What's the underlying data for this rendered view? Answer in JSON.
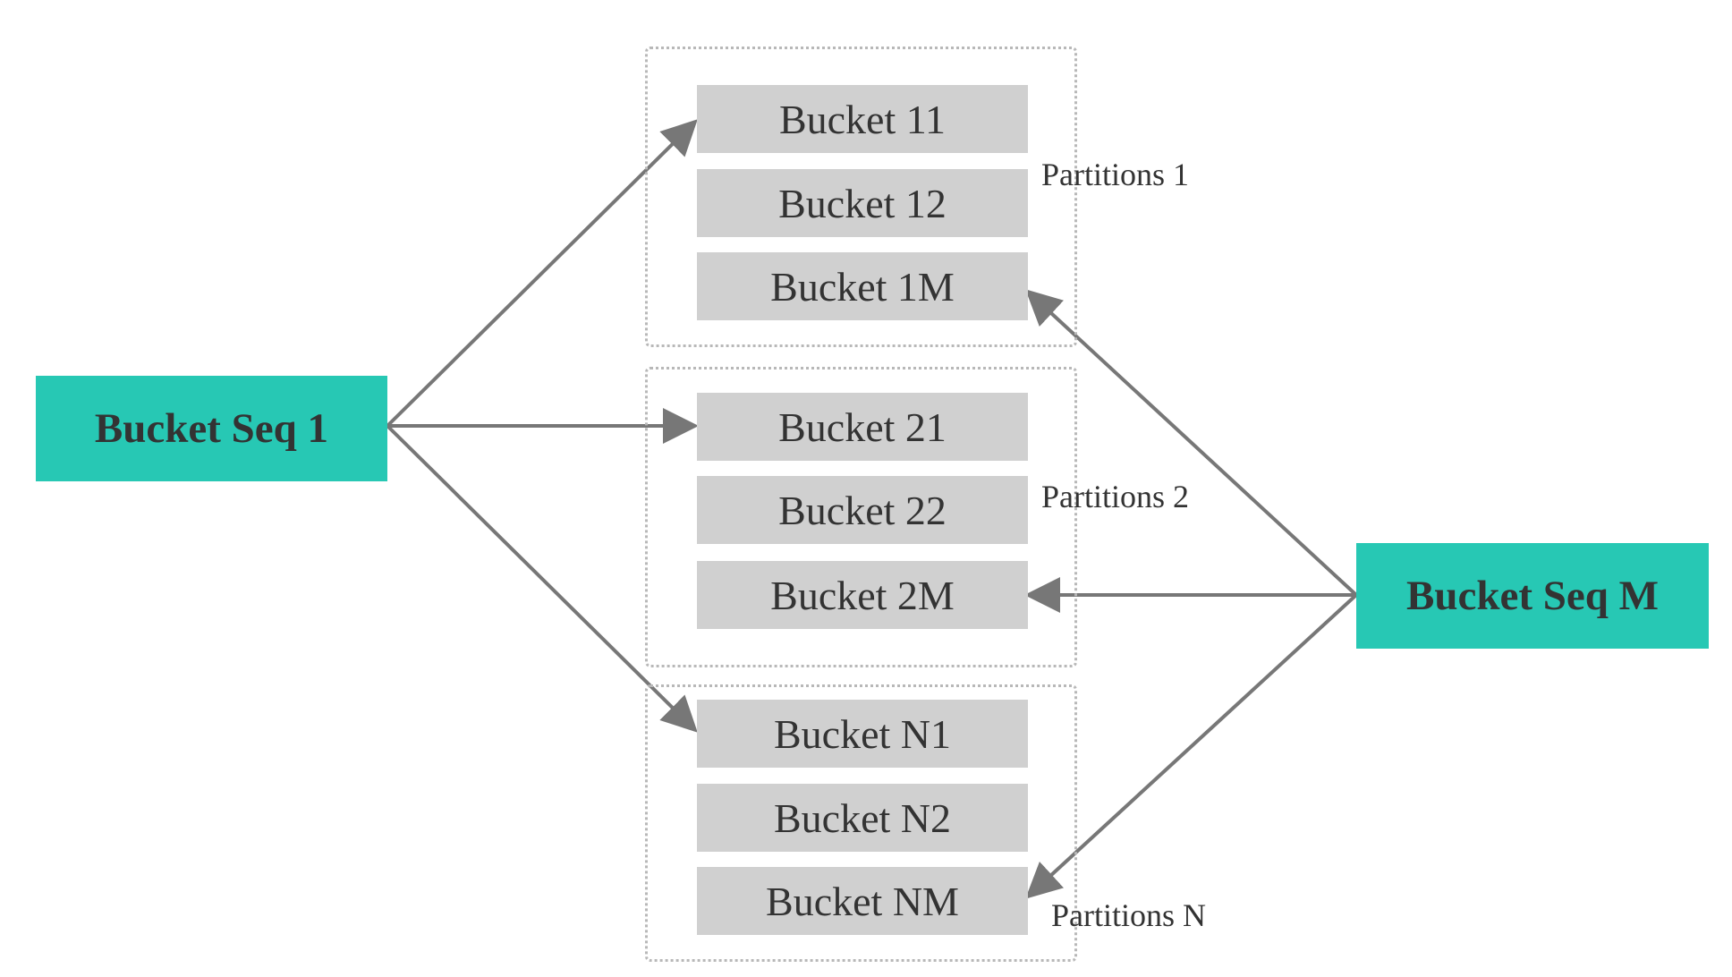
{
  "colors": {
    "sequence_fill": "#27c8b4",
    "bucket_fill": "#d0d0d0",
    "arrow": "#777777",
    "group_border": "#b8b8b8",
    "text": "#333333"
  },
  "sequences": {
    "first": "Bucket Seq 1",
    "last": "Bucket Seq M"
  },
  "partitions": [
    {
      "label": "Partitions 1",
      "buckets": [
        "Bucket 11",
        "Bucket 12",
        "Bucket 1M"
      ]
    },
    {
      "label": "Partitions 2",
      "buckets": [
        "Bucket 21",
        "Bucket 22",
        "Bucket 2M"
      ]
    },
    {
      "label": "Partitions N",
      "buckets": [
        "Bucket N1",
        "Bucket N2",
        "Bucket NM"
      ]
    }
  ],
  "edges": [
    {
      "from": "Bucket Seq 1",
      "to": "Bucket 11"
    },
    {
      "from": "Bucket Seq 1",
      "to": "Bucket 21"
    },
    {
      "from": "Bucket Seq 1",
      "to": "Bucket N1"
    },
    {
      "from": "Bucket Seq M",
      "to": "Bucket 1M"
    },
    {
      "from": "Bucket Seq M",
      "to": "Bucket 2M"
    },
    {
      "from": "Bucket Seq M",
      "to": "Bucket NM"
    }
  ]
}
